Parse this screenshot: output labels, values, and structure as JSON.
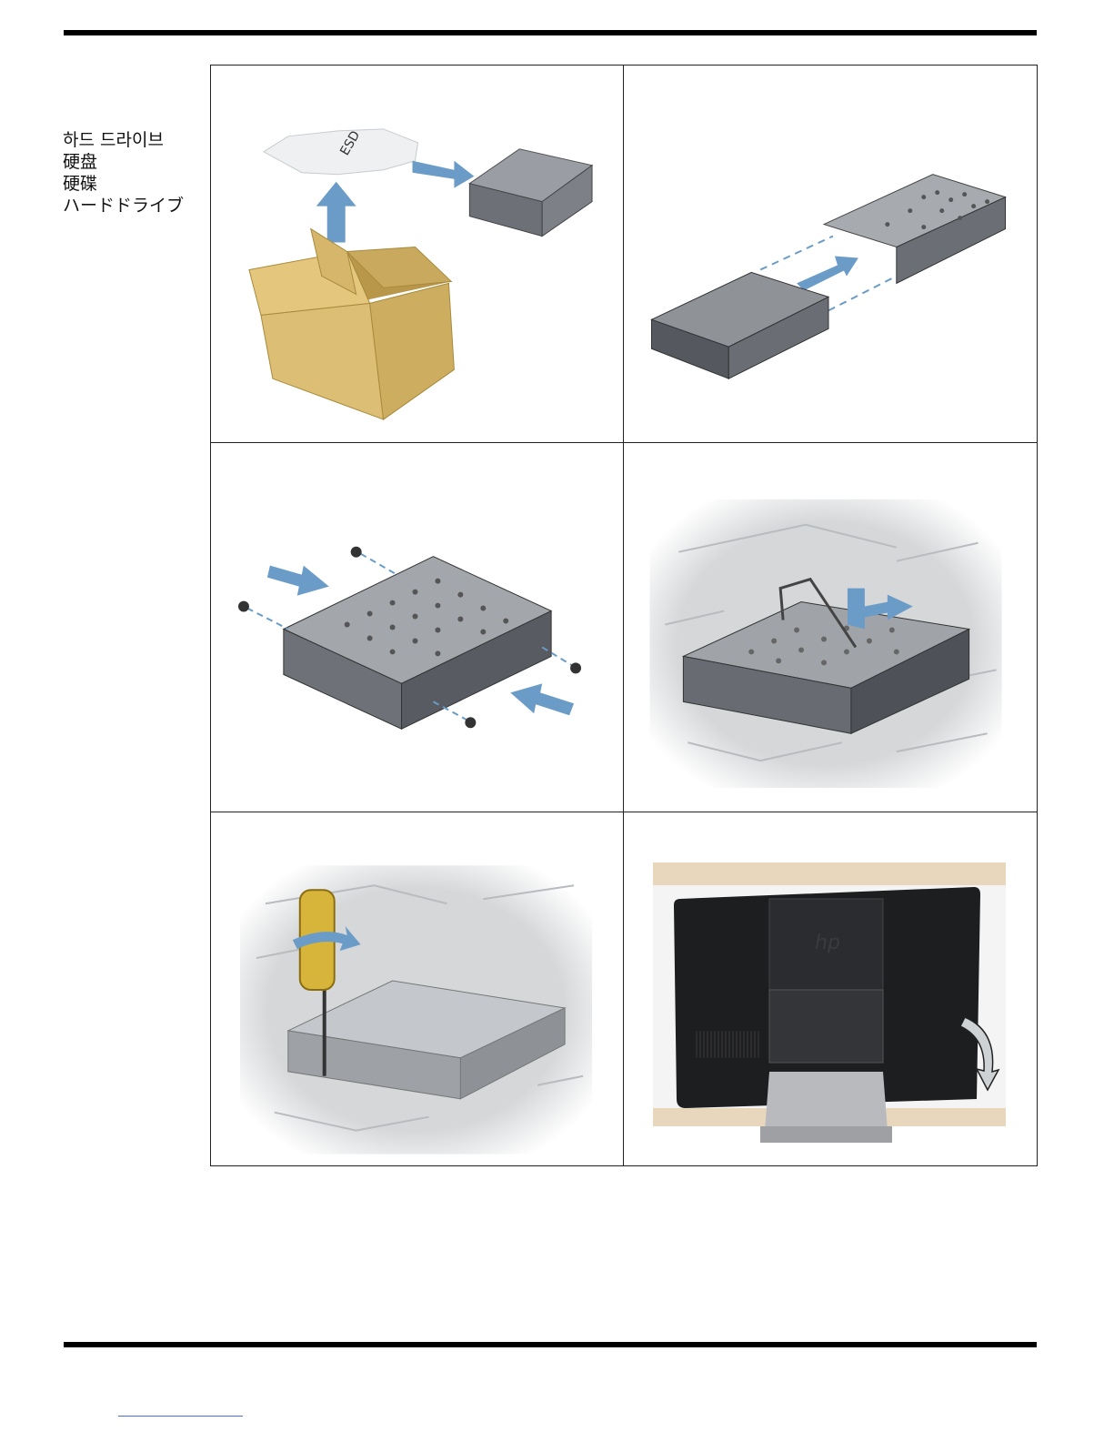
{
  "sidebar": {
    "titles": [
      "하드 드라이브",
      "硬盘",
      "硬碟",
      "ハードドライブ"
    ]
  },
  "steps": [
    {
      "icon": "unpack-hard-drive-icon"
    },
    {
      "icon": "slide-drive-into-bracket-icon"
    },
    {
      "icon": "install-bracket-screws-icon"
    },
    {
      "icon": "lower-drive-into-bay-icon"
    },
    {
      "icon": "tighten-screw-icon"
    },
    {
      "icon": "close-rear-cover-icon"
    }
  ],
  "colors": {
    "arrow": "#6a9cc7",
    "box": "#d9b96a",
    "metal": "#8c9096",
    "rule": "#000000",
    "link": "#4a6ee0"
  }
}
